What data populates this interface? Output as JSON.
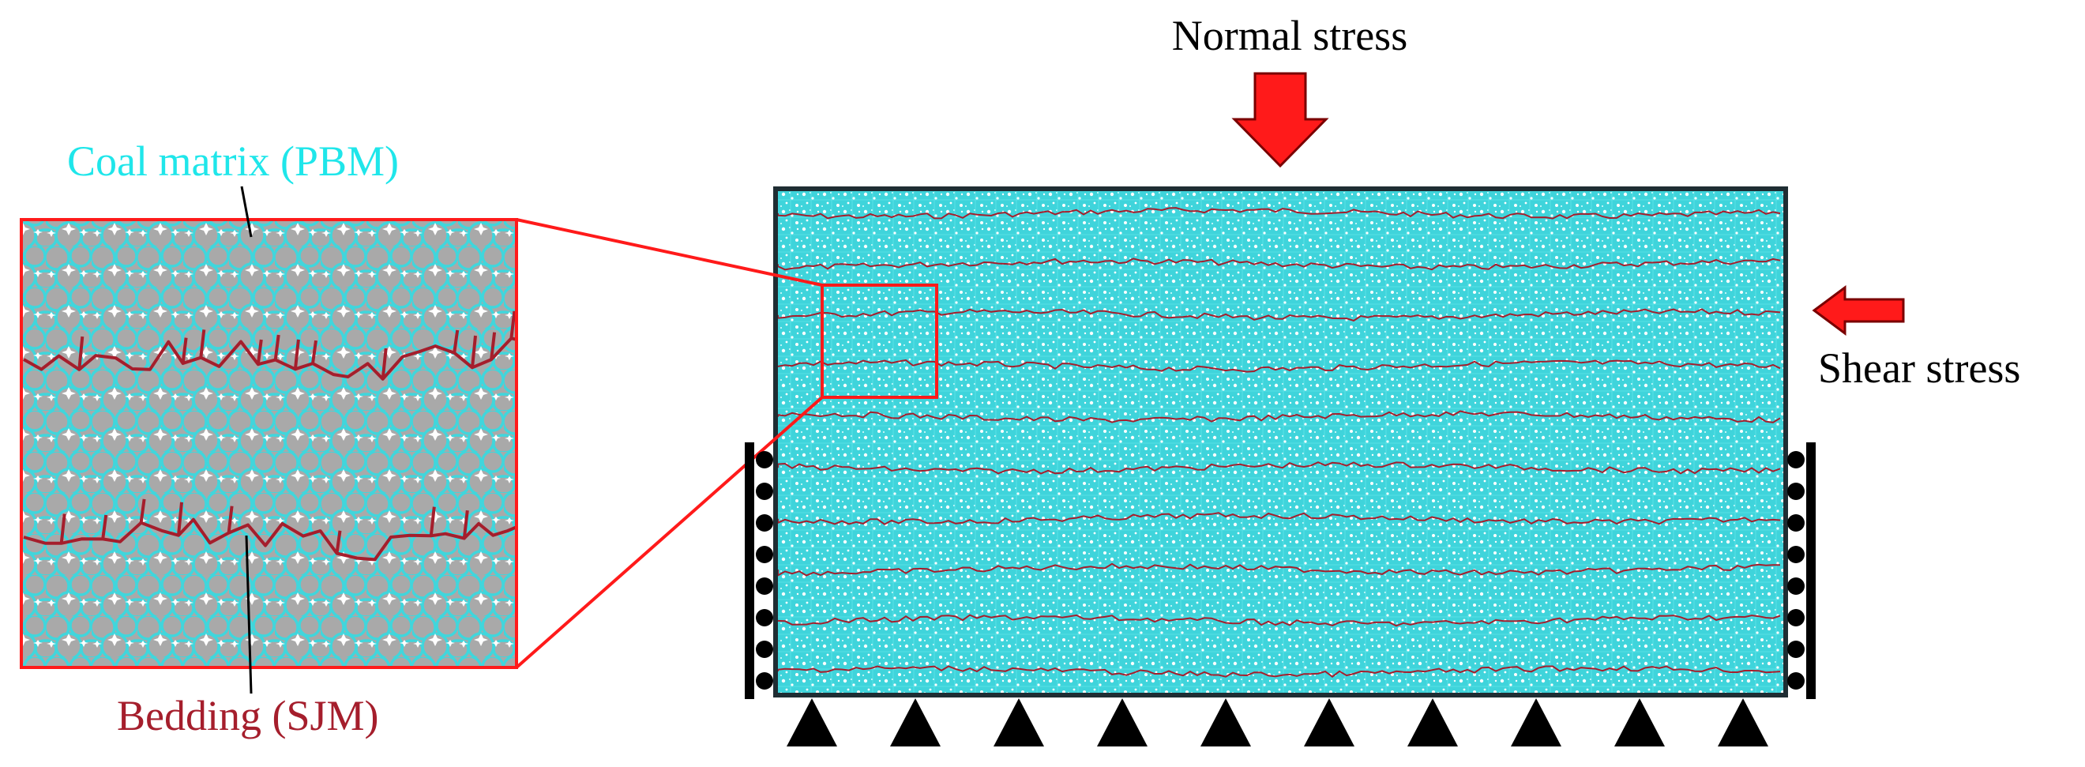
{
  "labels": {
    "normal_stress": "Normal stress",
    "shear_stress": "Shear stress",
    "coal_matrix": "Coal matrix (PBM)",
    "bedding": "Bedding (SJM)"
  },
  "colors": {
    "matrix_fill": "#40d6dc",
    "grain": "#a9a9a9",
    "bedding": "#a51e2c",
    "load_arrow": "#ff1a1a",
    "zoom_frame": "#ff1a1a",
    "specimen_border": "#1f2d33",
    "coal_matrix_text": "#1fe6ea",
    "bedding_text": "#a51e2c",
    "support": "#000000"
  },
  "diagram": {
    "bedding_plane_count": 10,
    "bottom_pin_supports": 10,
    "side_roller_supports_per_side": 8
  }
}
